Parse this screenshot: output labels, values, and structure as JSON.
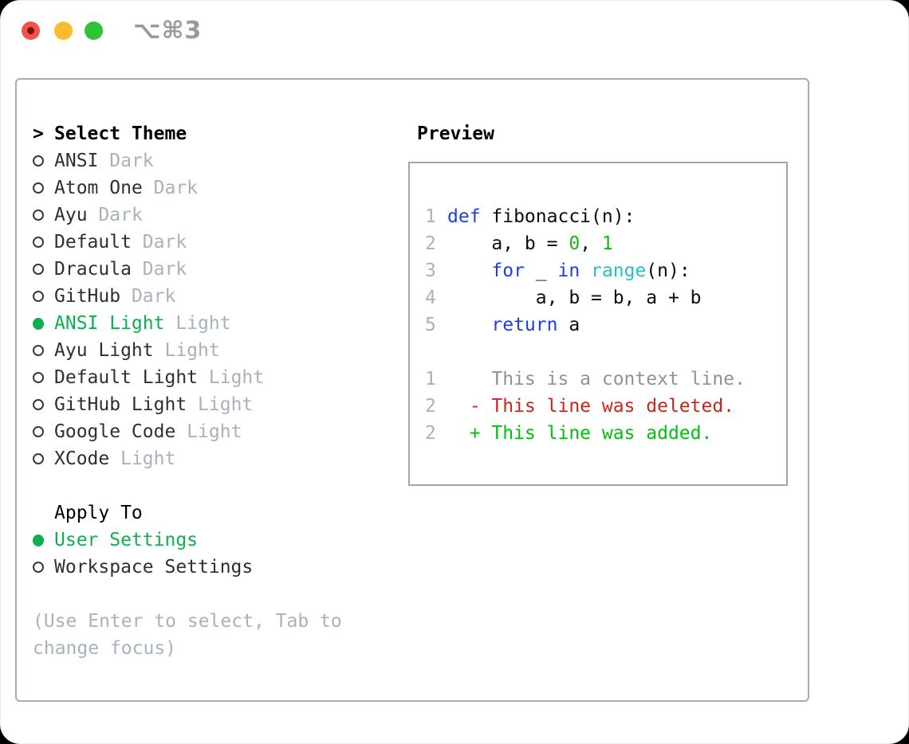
{
  "window": {
    "title": "⌥⌘3",
    "traffic_lights": {
      "close": "close",
      "minimize": "minimize",
      "zoom": "zoom"
    }
  },
  "theme_selector": {
    "prompt": ">",
    "title": "Select Theme",
    "items": [
      {
        "name": "ANSI",
        "badge": "Dark",
        "selected": false
      },
      {
        "name": "Atom One",
        "badge": "Dark",
        "selected": false
      },
      {
        "name": "Ayu",
        "badge": "Dark",
        "selected": false
      },
      {
        "name": "Default",
        "badge": "Dark",
        "selected": false
      },
      {
        "name": "Dracula",
        "badge": "Dark",
        "selected": false
      },
      {
        "name": "GitHub",
        "badge": "Dark",
        "selected": false
      },
      {
        "name": "ANSI Light",
        "badge": "Light",
        "selected": true
      },
      {
        "name": "Ayu Light",
        "badge": "Light",
        "selected": false
      },
      {
        "name": "Default Light",
        "badge": "Light",
        "selected": false
      },
      {
        "name": "GitHub Light",
        "badge": "Light",
        "selected": false
      },
      {
        "name": "Google Code",
        "badge": "Light",
        "selected": false
      },
      {
        "name": "XCode",
        "badge": "Light",
        "selected": false
      }
    ]
  },
  "apply_to": {
    "title": "Apply To",
    "options": [
      {
        "label": "User Settings",
        "selected": true
      },
      {
        "label": "Workspace Settings",
        "selected": false
      }
    ]
  },
  "help_text": "(Use Enter to select, Tab to change focus)",
  "preview": {
    "title": "Preview",
    "code_lines": [
      {
        "num": "1",
        "segments": [
          {
            "t": "def",
            "c": "keyword"
          },
          {
            "t": " fibonacci(n):",
            "c": "fg"
          }
        ]
      },
      {
        "num": "2",
        "segments": [
          {
            "t": "    a, b = ",
            "c": "fg"
          },
          {
            "t": "0",
            "c": "number"
          },
          {
            "t": ", ",
            "c": "fg"
          },
          {
            "t": "1",
            "c": "number"
          }
        ]
      },
      {
        "num": "3",
        "segments": [
          {
            "t": "    ",
            "c": "fg"
          },
          {
            "t": "for",
            "c": "keyword"
          },
          {
            "t": " _ ",
            "c": "fg"
          },
          {
            "t": "in",
            "c": "keyword"
          },
          {
            "t": " ",
            "c": "fg"
          },
          {
            "t": "range",
            "c": "function_call"
          },
          {
            "t": "(n):",
            "c": "fg"
          }
        ]
      },
      {
        "num": "4",
        "segments": [
          {
            "t": "        a, b = b, a + b",
            "c": "fg"
          }
        ]
      },
      {
        "num": "5",
        "segments": [
          {
            "t": "    ",
            "c": "fg"
          },
          {
            "t": "return",
            "c": "keyword"
          },
          {
            "t": " a",
            "c": "fg"
          }
        ]
      }
    ],
    "diff_lines": [
      {
        "num": "1",
        "text": "    This is a context line.",
        "type": "context"
      },
      {
        "num": "2",
        "text": "  - This line was deleted.",
        "type": "deleted"
      },
      {
        "num": "2",
        "text": "  + This line was added.",
        "type": "added"
      }
    ]
  },
  "colors": {
    "fg": "#0b0d10",
    "keyword": "#1d3fe0",
    "function_call": "#27c0c7",
    "number": "#16b616",
    "selected_green": "#0cb04c",
    "added": "#00c20b",
    "deleted": "#c9271c",
    "context": "#8d939a",
    "line_number": "#a8b1bd",
    "muted": "#a9b1bc"
  }
}
